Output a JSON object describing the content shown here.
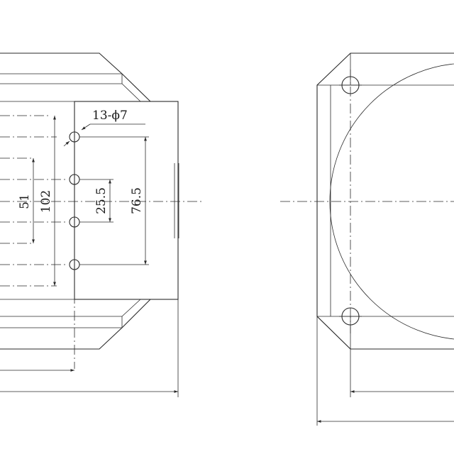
{
  "labels": {
    "hole_callout": "13-ϕ7",
    "dim_51": "51",
    "dim_102": "102",
    "dim_25_5": "25.5",
    "dim_76_5": "76.5"
  },
  "colors": {
    "line": "#2a2a2a",
    "background": "#ffffff"
  }
}
